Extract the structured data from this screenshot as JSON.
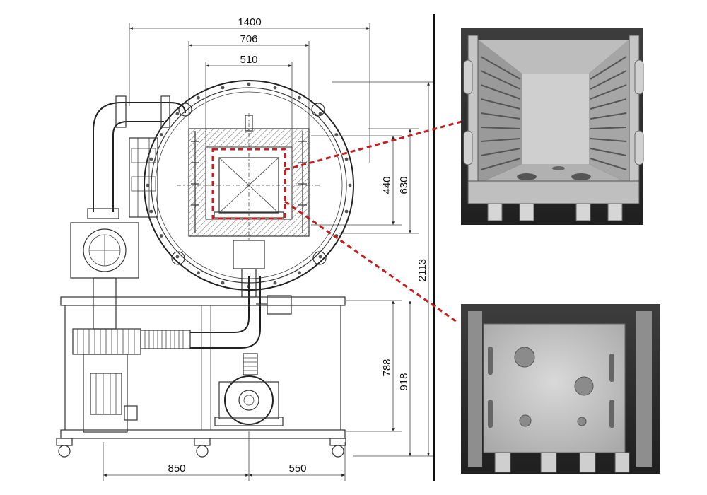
{
  "dimensions": {
    "top_1400": "1400",
    "top_706": "706",
    "top_510": "510",
    "right_440": "440",
    "right_630": "630",
    "right_2113": "2113",
    "right_788": "788",
    "right_918": "918",
    "bottom_850": "850",
    "bottom_550": "550"
  },
  "colors": {
    "callout": "#c41e1e",
    "drawing": "#333333",
    "hatch": "#777777"
  }
}
